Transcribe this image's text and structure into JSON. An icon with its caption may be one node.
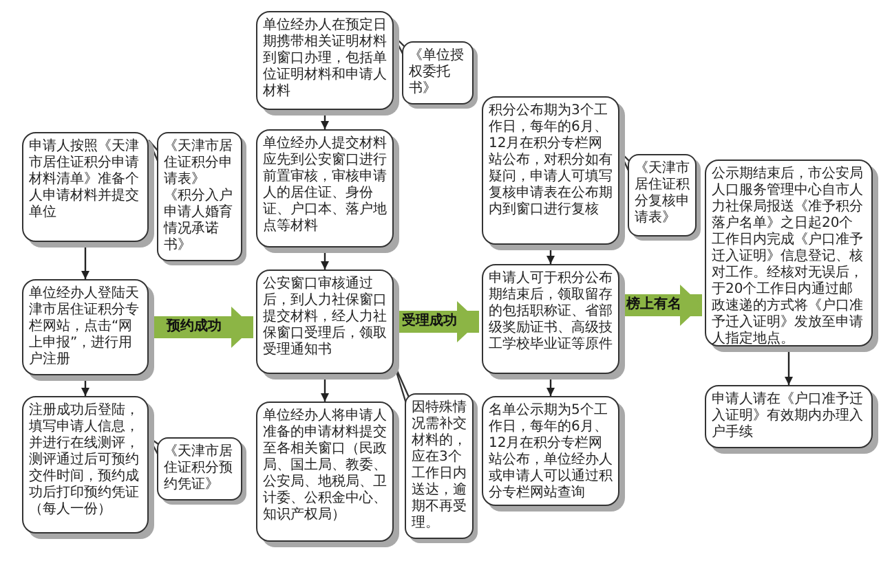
{
  "diagram": {
    "nodes": [
      {
        "text": [
          "申请人按照《天津市居住证积分申请材料清单》准备个人申请材料并提交单位"
        ]
      },
      {
        "text": [
          "《天津市居住证积分申请表》",
          "《积分入户申请人婚育情况承诺书》"
        ]
      },
      {
        "text": [
          "单位经办人登陆天津市居住证积分专栏网站，点击“网上申报”，进行用户注册"
        ]
      },
      {
        "text": [
          "注册成功后登陆，填写申请人信息，并进行在线测评，测评通过后可预约交件时间，预约成功后打印预约凭证（每人一份）"
        ]
      },
      {
        "text": [
          "《天津市居住证积分预约凭证》"
        ]
      },
      {
        "text": [
          "单位经办人在预定日期携带相关证明材料到窗口办理，包括单位证明材料和申请人材料"
        ]
      },
      {
        "text": [
          "《单位授权委托书》"
        ]
      },
      {
        "text": [
          "单位经办人提交材料应先到公安窗口进行前置审核，审核申请人的居住证、身份证、户口本、落户地点等材料"
        ]
      },
      {
        "text": [
          "公安窗口审核通过后，到人力社保窗口提交材料，经人力社保窗口受理后，领取受理通知书"
        ]
      },
      {
        "text": [
          "单位经办人将申请人准备的申请材料提交至各相关窗口（民政局、国土局、教委、公安局、地税局、卫计委、公积金中心、知识产权局）"
        ]
      },
      {
        "text": [
          "因特殊情况需补交材料的，应在3个工作日内送达，逾期不再受理。"
        ]
      },
      {
        "text": [
          "积分公布期为3个工作日，每年的6月、12月在积分专栏网站公布，对积分如有疑问，申请人可填写复核申请表在公布期内到窗口进行复核"
        ]
      },
      {
        "text": [
          "《天津市居住证积分复核申请表》"
        ]
      },
      {
        "text": [
          "申请人可于积分公布期结束后，领取留存的包括职称证、省部级奖励证书、高级技工学校毕业证等原件"
        ]
      },
      {
        "text": [
          "名单公示期为5个工作日，每年的6月、12月在积分专栏网站公布，单位经办人或申请人可以通过积分专栏网站查询"
        ]
      },
      {
        "text": [
          "公示期结束后，市公安局人口服务管理中心自市人力社保局报送《准予积分落户名单》之日起20个工作日内完成《户口准予迁入证明》信息登记、核对工作。经核对无误后，于20个工作日内通过邮政速递的方式将《户口准予迁入证明》发放至申请人指定地点。"
        ]
      },
      {
        "text": [
          "申请人请在《户口准予迁入证明》有效期内办理入户手续"
        ]
      }
    ],
    "edges": [
      {
        "from": 0,
        "to": 2,
        "arrow": "to"
      },
      {
        "from": 2,
        "to": 3,
        "arrow": "to"
      },
      {
        "from": 2,
        "to": 8,
        "arrow": "to",
        "label": "预约成功",
        "style": "thick",
        "color": "#8cb545"
      },
      {
        "from": 5,
        "to": 7,
        "arrow": "to"
      },
      {
        "from": 7,
        "to": 8,
        "arrow": "to"
      },
      {
        "from": 8,
        "to": 9,
        "arrow": "to"
      },
      {
        "from": 8,
        "to": 13,
        "arrow": "to",
        "label": "受理成功",
        "style": "thick",
        "color": "#8cb545"
      },
      {
        "from": 11,
        "to": 13,
        "arrow": "to"
      },
      {
        "from": 13,
        "to": 14,
        "arrow": "to"
      },
      {
        "from": 13,
        "to": 15,
        "arrow": "to",
        "label": "榜上有名",
        "style": "thick",
        "color": "#8cb545"
      },
      {
        "from": 15,
        "to": 16,
        "arrow": "to"
      }
    ]
  }
}
